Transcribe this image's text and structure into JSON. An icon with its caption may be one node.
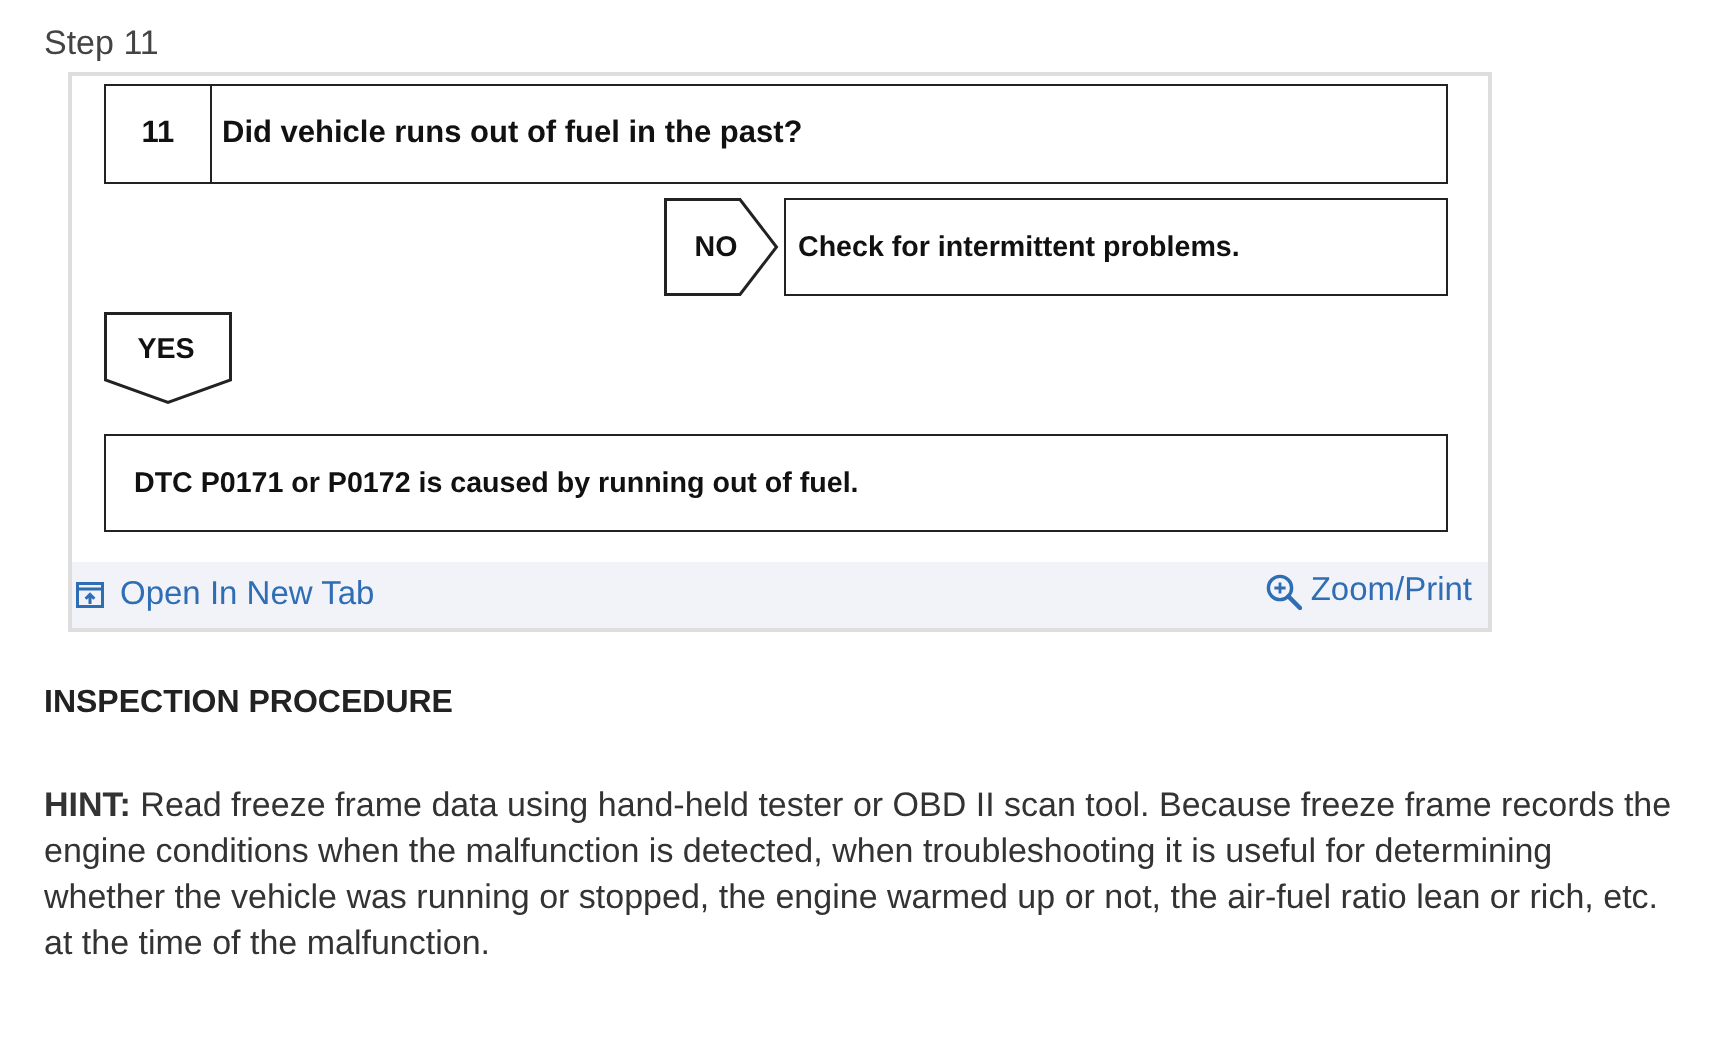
{
  "diagram": {
    "title": "Step 11",
    "nodes": [
      {
        "text": [
          "11",
          "Did vehicle runs out of fuel in the past?"
        ]
      },
      {
        "text": [
          "NO"
        ]
      },
      {
        "text": [
          "Check for intermittent problems."
        ]
      },
      {
        "text": [
          "YES"
        ]
      },
      {
        "text": [
          "DTC P0171 or P0172 is caused by running out of fuel."
        ]
      }
    ],
    "labels": [
      "Open In New Tab",
      "Zoom/Print",
      "INSPECTION PROCEDURE",
      "**HINT:** Read freeze frame data using hand-held tester or OBD II scan tool. Because freeze frame records the engine conditions when the malfunction is detected, when troubleshooting it is useful for determining",
      "whether the vehicle was running or stopped, the engine warmed up or not, the air-fuel ratio lean or rich, etc. at the time of the malfunction."
    ]
  }
}
